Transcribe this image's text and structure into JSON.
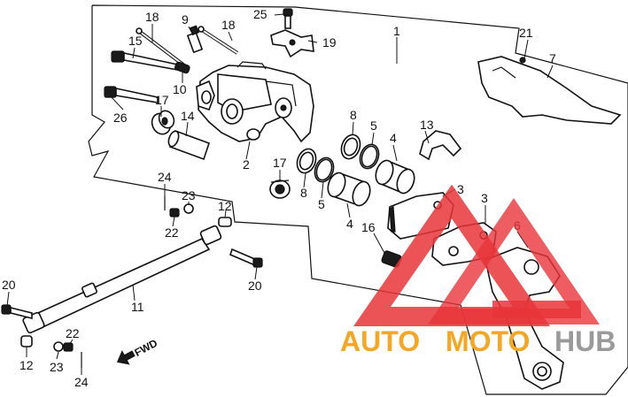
{
  "diagram": {
    "callouts": [
      {
        "id": "c18a",
        "text": "18"
      },
      {
        "id": "c9",
        "text": "9"
      },
      {
        "id": "c18b",
        "text": "18"
      },
      {
        "id": "c25",
        "text": "25"
      },
      {
        "id": "c15",
        "text": "15"
      },
      {
        "id": "c19",
        "text": "19"
      },
      {
        "id": "c1",
        "text": "1"
      },
      {
        "id": "c21",
        "text": "21"
      },
      {
        "id": "c7",
        "text": "7"
      },
      {
        "id": "c10",
        "text": "10"
      },
      {
        "id": "c17a",
        "text": "17"
      },
      {
        "id": "c26",
        "text": "26"
      },
      {
        "id": "c14",
        "text": "14"
      },
      {
        "id": "c8a",
        "text": "8"
      },
      {
        "id": "c5a",
        "text": "5"
      },
      {
        "id": "c13",
        "text": "13"
      },
      {
        "id": "c2",
        "text": "2"
      },
      {
        "id": "c17b",
        "text": "17"
      },
      {
        "id": "c4a",
        "text": "4"
      },
      {
        "id": "c8b",
        "text": "8"
      },
      {
        "id": "c5b",
        "text": "5"
      },
      {
        "id": "c4b",
        "text": "4"
      },
      {
        "id": "c3a",
        "text": "3"
      },
      {
        "id": "c3b",
        "text": "3"
      },
      {
        "id": "c24a",
        "text": "24"
      },
      {
        "id": "c23a",
        "text": "23"
      },
      {
        "id": "c22a",
        "text": "22"
      },
      {
        "id": "c12a",
        "text": "12"
      },
      {
        "id": "c16",
        "text": "16"
      },
      {
        "id": "c6",
        "text": "6"
      },
      {
        "id": "c20a",
        "text": "20"
      },
      {
        "id": "c20b",
        "text": "20"
      },
      {
        "id": "c11",
        "text": "11"
      },
      {
        "id": "c22b",
        "text": "22"
      },
      {
        "id": "c12b",
        "text": "12"
      },
      {
        "id": "c23b",
        "text": "23"
      },
      {
        "id": "c24b",
        "text": "24"
      }
    ],
    "fwd_label": "FWD",
    "colors": {
      "line": "#111111",
      "watermark_red": "#e8353a",
      "watermark_orange": "#f5a623",
      "watermark_grey": "#9a9a9a"
    }
  },
  "watermark": {
    "auto": "AUTO",
    "moto": "MOTO",
    "hub": "HUB"
  }
}
